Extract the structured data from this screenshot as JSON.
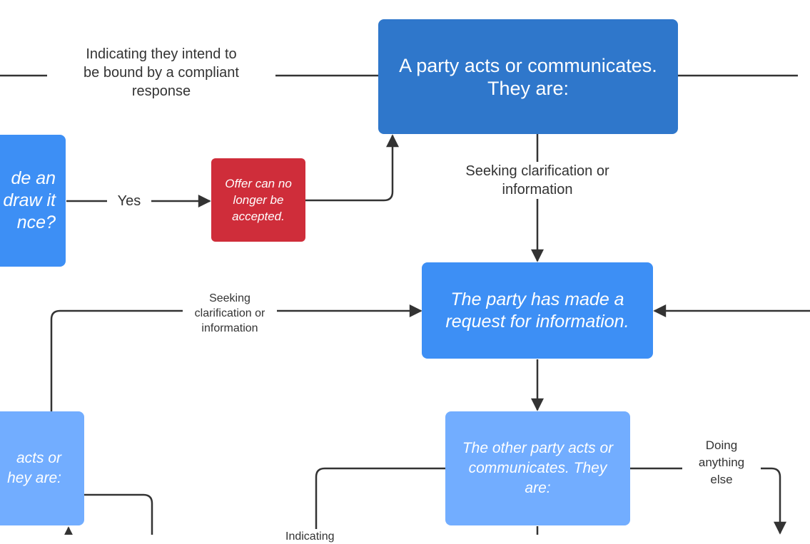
{
  "nodes": {
    "party_acts": "A party acts or communicates.\nThey are:",
    "left_top": "de an\ndraw it\nnce?",
    "offer_cannot_accept": "Offer can no\nlonger be\naccepted.",
    "request_info": "The party has made a\nrequest for information.",
    "other_party_acts": "The other party acts or\ncommunicates. They\nare:",
    "left_bottom": "acts or\nhey are:"
  },
  "edge_labels": {
    "bound_compliant": "Indicating they intend to\nbe bound by a compliant\nresponse",
    "seeking_top": "Seeking clarification or\ninformation",
    "yes": "Yes",
    "seeking_left": "Seeking\nclarification or\ninformation",
    "doing_else": "Doing\nanything\nelse",
    "indicating_cut": "Indicating"
  },
  "colors": {
    "dark_blue": "#2f77cb",
    "mid_blue": "#3d8ff5",
    "light_blue": "#72adff",
    "red": "#cf2d3a",
    "line": "#333333"
  }
}
